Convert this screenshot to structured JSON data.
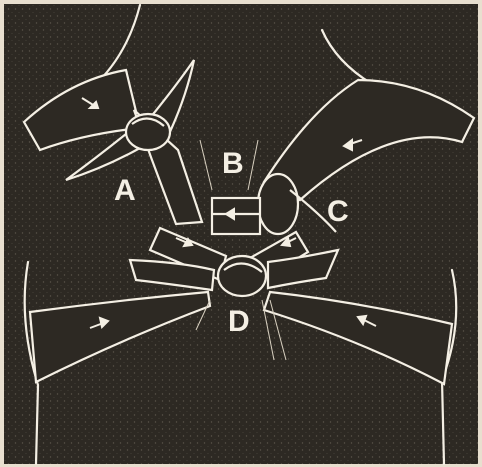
{
  "labels": {
    "a": "A",
    "b": "B",
    "c": "C",
    "d": "D"
  },
  "colors": {
    "background": "#2d2923",
    "line": "#f4efe4",
    "paper": "#e8dfcf"
  }
}
